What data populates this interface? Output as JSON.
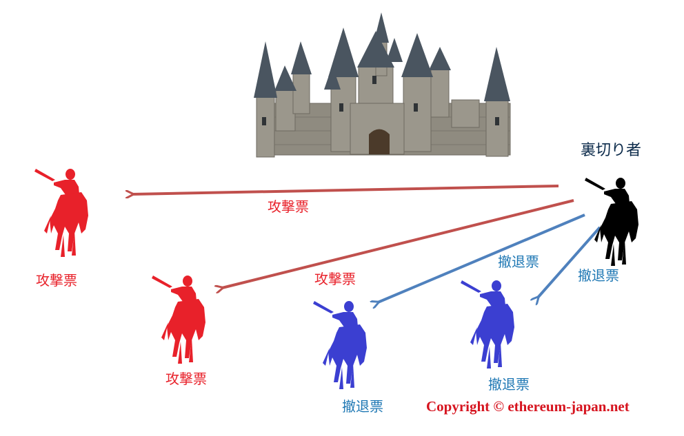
{
  "diagram": {
    "labels": {
      "traitor": "裏切り者",
      "arrow_attack_top": "攻撃票",
      "arrow_attack_mid": "攻撃票",
      "arrow_retreat_a": "撤退票",
      "arrow_retreat_b": "撤退票",
      "knight1": "攻撃票",
      "knight2": "攻撃票",
      "knight3": "撤退票",
      "knight4": "撤退票"
    },
    "copyright": "Copyright © ethereum-japan.net",
    "colors": {
      "attack": "#e8212a",
      "retreat": "#1f78b4",
      "attack_arrow": "#c0504d",
      "retreat_arrow": "#4f81bd",
      "traitor": "#000000",
      "blue_knight": "#3b3fd1",
      "castle_stone": "#8f8b80",
      "castle_roof": "#4a5560"
    }
  }
}
